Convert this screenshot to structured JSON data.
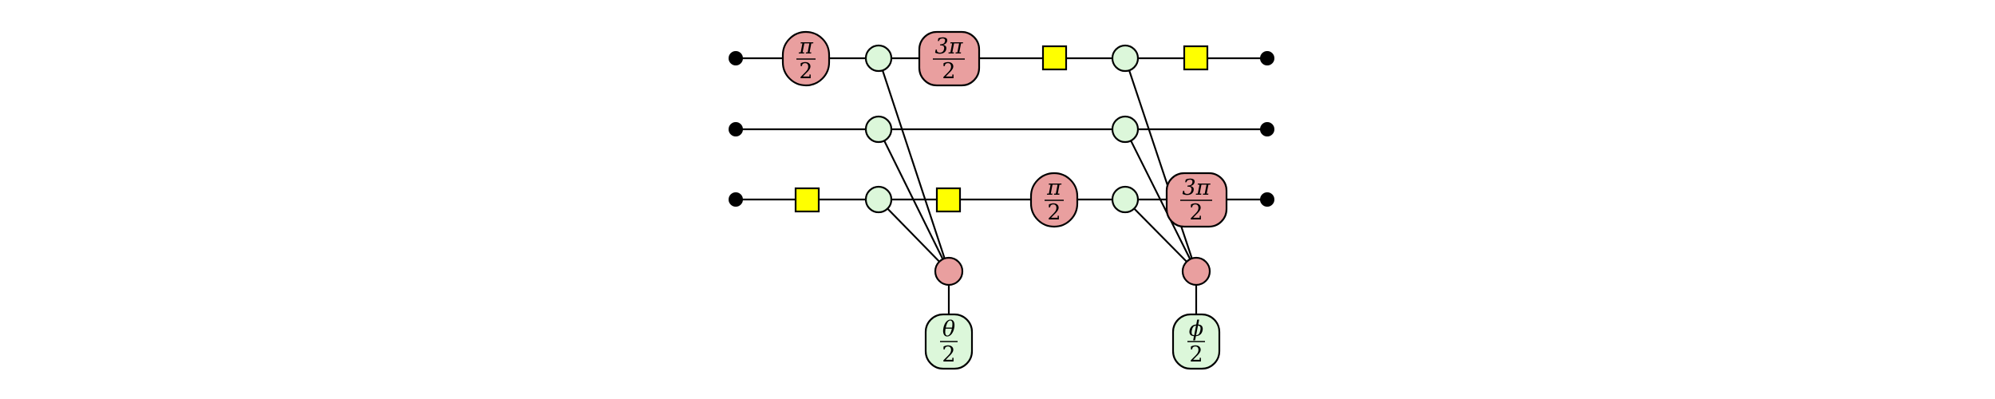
{
  "diagram": {
    "gadget_1": {
      "top_phase": {
        "num": "π",
        "den": "2"
      },
      "top_phase_2": {
        "num": "3π",
        "den": "2"
      },
      "output_phase": {
        "num": "θ",
        "den": "2"
      }
    },
    "gadget_2": {
      "mid_phase": {
        "num": "π",
        "den": "2"
      },
      "bottom_phase": {
        "num": "3π",
        "den": "2"
      },
      "output_phase": {
        "num": "ϕ",
        "den": "2"
      }
    },
    "colors": {
      "z_spider": "#dcf7da",
      "x_spider": "#e99f9f",
      "hadamard": "#ffff00",
      "wire": "#000000"
    }
  }
}
